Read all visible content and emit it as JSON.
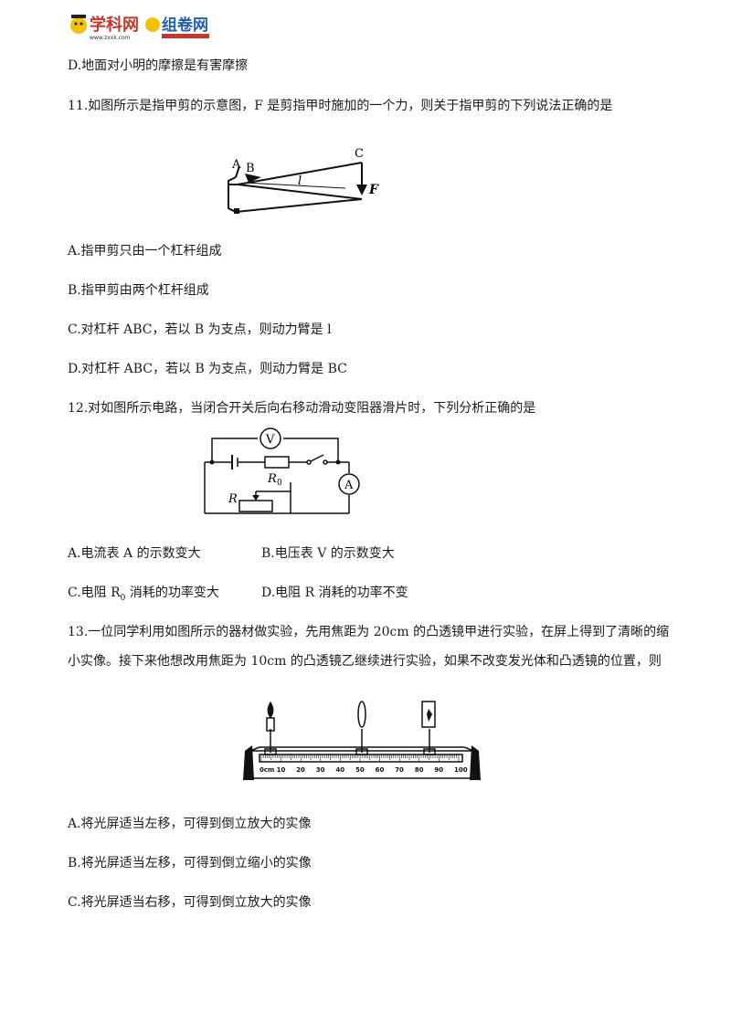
{
  "header": {
    "logo_main": "学科网",
    "logo_sub": "组卷网",
    "logo_url": "www.zxxk.com"
  },
  "q10": {
    "opt_d": "D.地面对小明的摩擦是有害摩擦"
  },
  "q11": {
    "stem": "11.如图所示是指甲剪的示意图，F 是剪指甲时施加的一个力，则关于指甲剪的下列说法正确的是",
    "fig_labels": {
      "a": "A",
      "b": "B",
      "c": "C",
      "l": "l",
      "f": "F"
    },
    "opt_a": "A.指甲剪只由一个杠杆组成",
    "opt_b": "B.指甲剪由两个杠杆组成",
    "opt_c": "C.对杠杆 ABC，若以 B 为支点，则动力臂是 l",
    "opt_d": "D.对杠杆 ABC，若以 B 为支点，则动力臂是 BC"
  },
  "q12": {
    "stem": "12.对如图所示电路，当闭合开关后向右移动滑动变阻器滑片时，下列分析正确的是",
    "fig_labels": {
      "v": "V",
      "a": "A",
      "r0": "R",
      "r0_sub": "0",
      "r": "R"
    },
    "opt_a": "A.电流表 A 的示数变大",
    "opt_b": "B.电压表 V 的示数变大",
    "opt_c_pre": "C.电阻 R",
    "opt_c_sub": "0",
    "opt_c_post": " 消耗的功率变大",
    "opt_d": "D.电阻 R 消耗的功率不变"
  },
  "q13": {
    "stem_line1": "13.一位同学利用如图所示的器材做实验，先用焦距为 20cm 的凸透镜甲进行实验，在屏上得到了清晰的缩",
    "stem_line2": "小实像。接下来他想改用焦距为 10cm 的凸透镜乙继续进行实验，如果不改变发光体和凸透镜的位置，则",
    "ruler_labels": [
      "0cm",
      "10",
      "20",
      "30",
      "40",
      "50",
      "60",
      "70",
      "80",
      "90",
      "100"
    ],
    "opt_a": "A.将光屏适当左移，可得到倒立放大的实像",
    "opt_b": "B.将光屏适当左移，可得到倒立缩小的实像",
    "opt_c": "C.将光屏适当右移，可得到倒立放大的实像"
  }
}
